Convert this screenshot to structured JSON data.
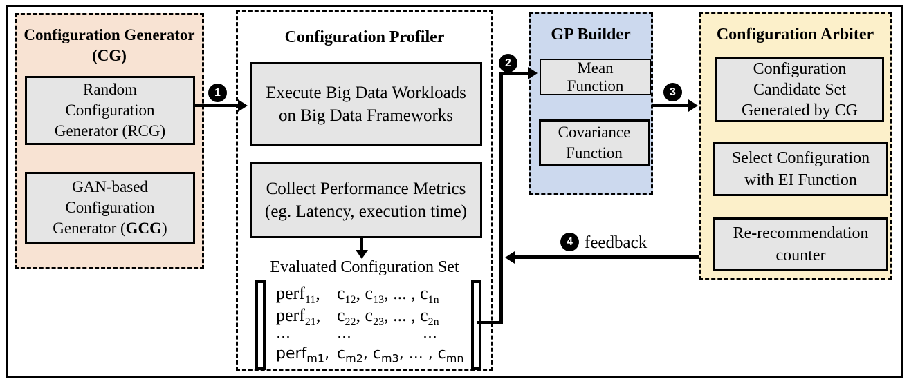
{
  "figure": {
    "description_label": "BigData tuning pipeline diagram"
  },
  "colors": {
    "cg_panel_bg": "#F8E3D3",
    "profiler_panel_bg": "#FFFFFF",
    "gp_panel_bg": "#CCD9EE",
    "arbiter_panel_bg": "#FCF0CA",
    "node_bg": "#E5E5E5",
    "line": "#000000"
  },
  "panels": {
    "cg": {
      "title_line1": "Configuration Generator",
      "title_line2": "(CG)",
      "rcg": {
        "line1": "Random",
        "line2": "Configuration",
        "line3": "Generator (RCG)"
      },
      "gcg": {
        "line1": "GAN-based",
        "line2": "Configuration",
        "line3_pre": "Generator (",
        "line3_bold": "GCG",
        "line3_post": ")"
      }
    },
    "profiler": {
      "title": "Configuration Profiler",
      "execute": {
        "line1": "Execute Big Data Workloads",
        "line2": "on Big Data Frameworks"
      },
      "collect": {
        "line1": "Collect Performance Metrics",
        "line2": "(eg. Latency, execution time)"
      },
      "evaluated_label": "Evaluated Configuration Set"
    },
    "gp": {
      "title": "GP Builder",
      "mean": {
        "line1": "Mean",
        "line2": "Function"
      },
      "covariance": {
        "line1": "Covariance",
        "line2": "Function"
      }
    },
    "arbiter": {
      "title": "Configuration Arbiter",
      "candidate": {
        "line1": "Configuration",
        "line2": "Candidate Set",
        "line3": "Generated by CG"
      },
      "select": {
        "line1": "Select Configuration",
        "line2": "with EI Function"
      },
      "counter": {
        "line1": "Re-recommendation",
        "line2": "counter"
      }
    }
  },
  "arrows": {
    "step1": "1",
    "step2": "2",
    "step3": "3",
    "step4": "4",
    "feedback_label": "feedback"
  },
  "matrix": {
    "rows": [
      {
        "cls": "",
        "c1": [
          {
            "t": "perf",
            "sub": "11"
          },
          {
            "t": ","
          }
        ],
        "c2": [
          {
            "t": "c",
            "sub": "12"
          },
          {
            "t": ", c",
            "sub": "13"
          },
          {
            "t": ", ... , c",
            "sub": "1n"
          }
        ]
      },
      {
        "cls": "",
        "c1": [
          {
            "t": "perf",
            "sub": "21"
          },
          {
            "t": ","
          }
        ],
        "c2": [
          {
            "t": "c",
            "sub": "22"
          },
          {
            "t": ", c",
            "sub": "23"
          },
          {
            "t": ", ... , c",
            "sub": "2n"
          }
        ]
      },
      {
        "cls": "sans dots",
        "c1": [
          {
            "t": "..."
          }
        ],
        "c2": [
          {
            "t": "..."
          },
          {
            "t": "..."
          }
        ]
      },
      {
        "cls": "sans",
        "c1": [
          {
            "t": "perf",
            "sub": "m1"
          },
          {
            "t": ","
          }
        ],
        "c2": [
          {
            "t": "c",
            "sub": "m2"
          },
          {
            "t": ", c",
            "sub": "m3"
          },
          {
            "t": ", ... , c",
            "sub": "mn"
          }
        ]
      }
    ]
  }
}
